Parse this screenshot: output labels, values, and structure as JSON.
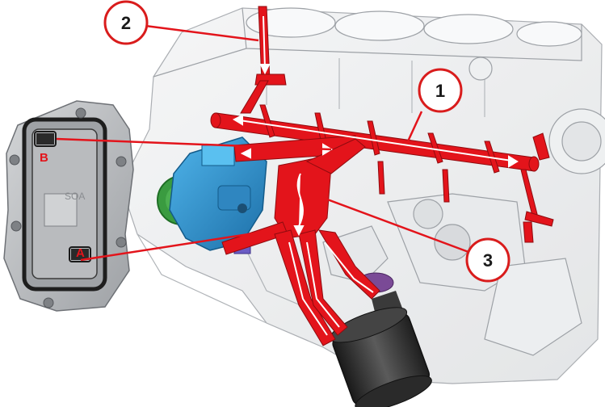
{
  "callouts": [
    {
      "id": "1",
      "label": "1"
    },
    {
      "id": "2",
      "label": "2"
    },
    {
      "id": "3",
      "label": "3"
    }
  ],
  "cooler_ports": [
    {
      "id": "B",
      "label": "B"
    },
    {
      "id": "A",
      "label": "A"
    }
  ],
  "cooler_stamp": "SOA",
  "colors": {
    "oil_circuit": "#e3141b",
    "callout_border": "#d91c1c",
    "pump": "#2a8fd0",
    "engine_block": "#c9ccd0",
    "filter": "#2b2b2b",
    "cooler_plate": "#b7b9bc",
    "seal": "#222222"
  }
}
